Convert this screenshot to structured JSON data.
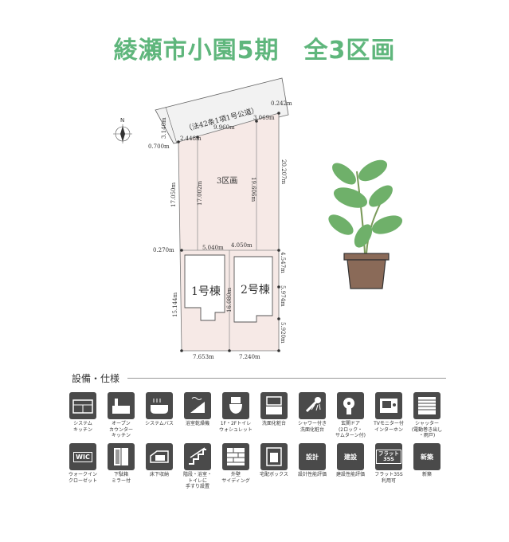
{
  "title": "綾瀬市小園5期　全3区画",
  "plan": {
    "road_label": "（法42条1項1号公道）",
    "north_label": "N",
    "lot_label": "3区画",
    "building_1": "1号棟",
    "building_2": "2号棟",
    "dims": {
      "d_road_left": "3.140m",
      "d_0242": "0.242m",
      "d_0700": "0.700m",
      "d_2448": "2.448m",
      "d_9960": "9.960m",
      "d_3069": "3.069m",
      "d_20207": "20.207m",
      "d_17050": "17.050m",
      "d_17002": "17.002m",
      "d_19606": "19.606m",
      "d_0270": "0.270m",
      "d_5040": "5.040m",
      "d_4050": "4.050m",
      "d_4547": "4.547m",
      "d_5974": "5.974m",
      "d_15144": "15.144m",
      "d_16080": "16.080m",
      "d_5920": "5.920m",
      "d_7653": "7.653m",
      "d_7240": "7.240m"
    }
  },
  "equipment": {
    "heading": "設備・仕様",
    "items": [
      {
        "label": "システム\nキッチン",
        "icon": "kitchen-icon"
      },
      {
        "label": "オープン\nカウンター\nキッチン",
        "icon": "counter-kitchen-icon"
      },
      {
        "label": "システムバス",
        "icon": "bath-icon"
      },
      {
        "label": "浴室乾燥機",
        "icon": "bath-dryer-icon"
      },
      {
        "label": "1F・2Fトイレ\nウォシュレット",
        "icon": "toilet-icon"
      },
      {
        "label": "洗面化粧台",
        "icon": "vanity-icon"
      },
      {
        "label": "シャワー付き\n洗面化粧台",
        "icon": "shower-vanity-icon"
      },
      {
        "label": "玄関ドア\n(2ロック・\nサムターン付)",
        "icon": "door-lock-icon"
      },
      {
        "label": "TVモニター付\nインターホン",
        "icon": "intercom-icon"
      },
      {
        "label": "シャッター\n(電動巻き出し\n・雨戸)",
        "icon": "shutter-icon"
      },
      {
        "label": "ウォークイン\nクローゼット",
        "icon": "walk-in-closet-icon",
        "text": "WIC"
      },
      {
        "label": "下駄箱\nミラー付",
        "icon": "shoe-box-icon"
      },
      {
        "label": "床下収納",
        "icon": "underfloor-storage-icon"
      },
      {
        "label": "階段・浴室・\nトイレに\n手すり設置",
        "icon": "handrail-icon"
      },
      {
        "label": "外壁\nサイディング",
        "icon": "siding-icon"
      },
      {
        "label": "宅配ボックス",
        "icon": "delivery-box-icon"
      },
      {
        "label": "設計性能評価",
        "icon": "design-eval-icon",
        "text": "設計"
      },
      {
        "label": "建設性能評価",
        "icon": "construction-eval-icon",
        "text": "建設"
      },
      {
        "label": "フラット35S\n利用可",
        "icon": "flat35s-icon",
        "text": "フラット\n35S"
      },
      {
        "label": "新築",
        "icon": "new-build-icon",
        "text": "新築"
      }
    ]
  },
  "colors": {
    "title": "#5fb67c",
    "lot_fill": "#f6e9e6",
    "icon_bg": "#4a4a4a",
    "leaf": "#6fb06a",
    "pot": "#8a6a58"
  }
}
